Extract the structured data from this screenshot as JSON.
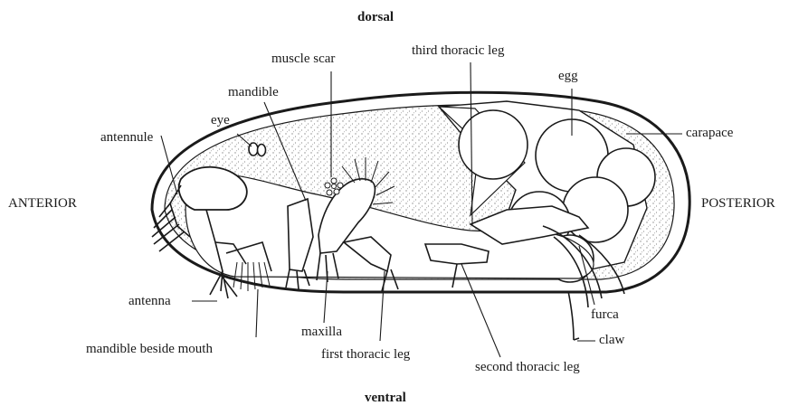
{
  "orientation": {
    "top": "dorsal",
    "bottom": "ventral",
    "left": "ANTERIOR",
    "right": "POSTERIOR"
  },
  "labels": {
    "muscle_scar": "muscle scar",
    "third_thoracic_leg": "third thoracic leg",
    "egg": "egg",
    "mandible": "mandible",
    "eye": "eye",
    "antennule": "antennule",
    "carapace": "carapace",
    "antenna": "antenna",
    "maxilla": "maxilla",
    "furca": "furca",
    "claw": "claw",
    "mandible_beside_mouth": "mandible beside mouth",
    "first_thoracic_leg": "first thoracic leg",
    "second_thoracic_leg": "second thoracic leg"
  },
  "colors": {
    "ink": "#1a1a1a",
    "stipple": "#8a8a8a",
    "background": "#ffffff"
  }
}
